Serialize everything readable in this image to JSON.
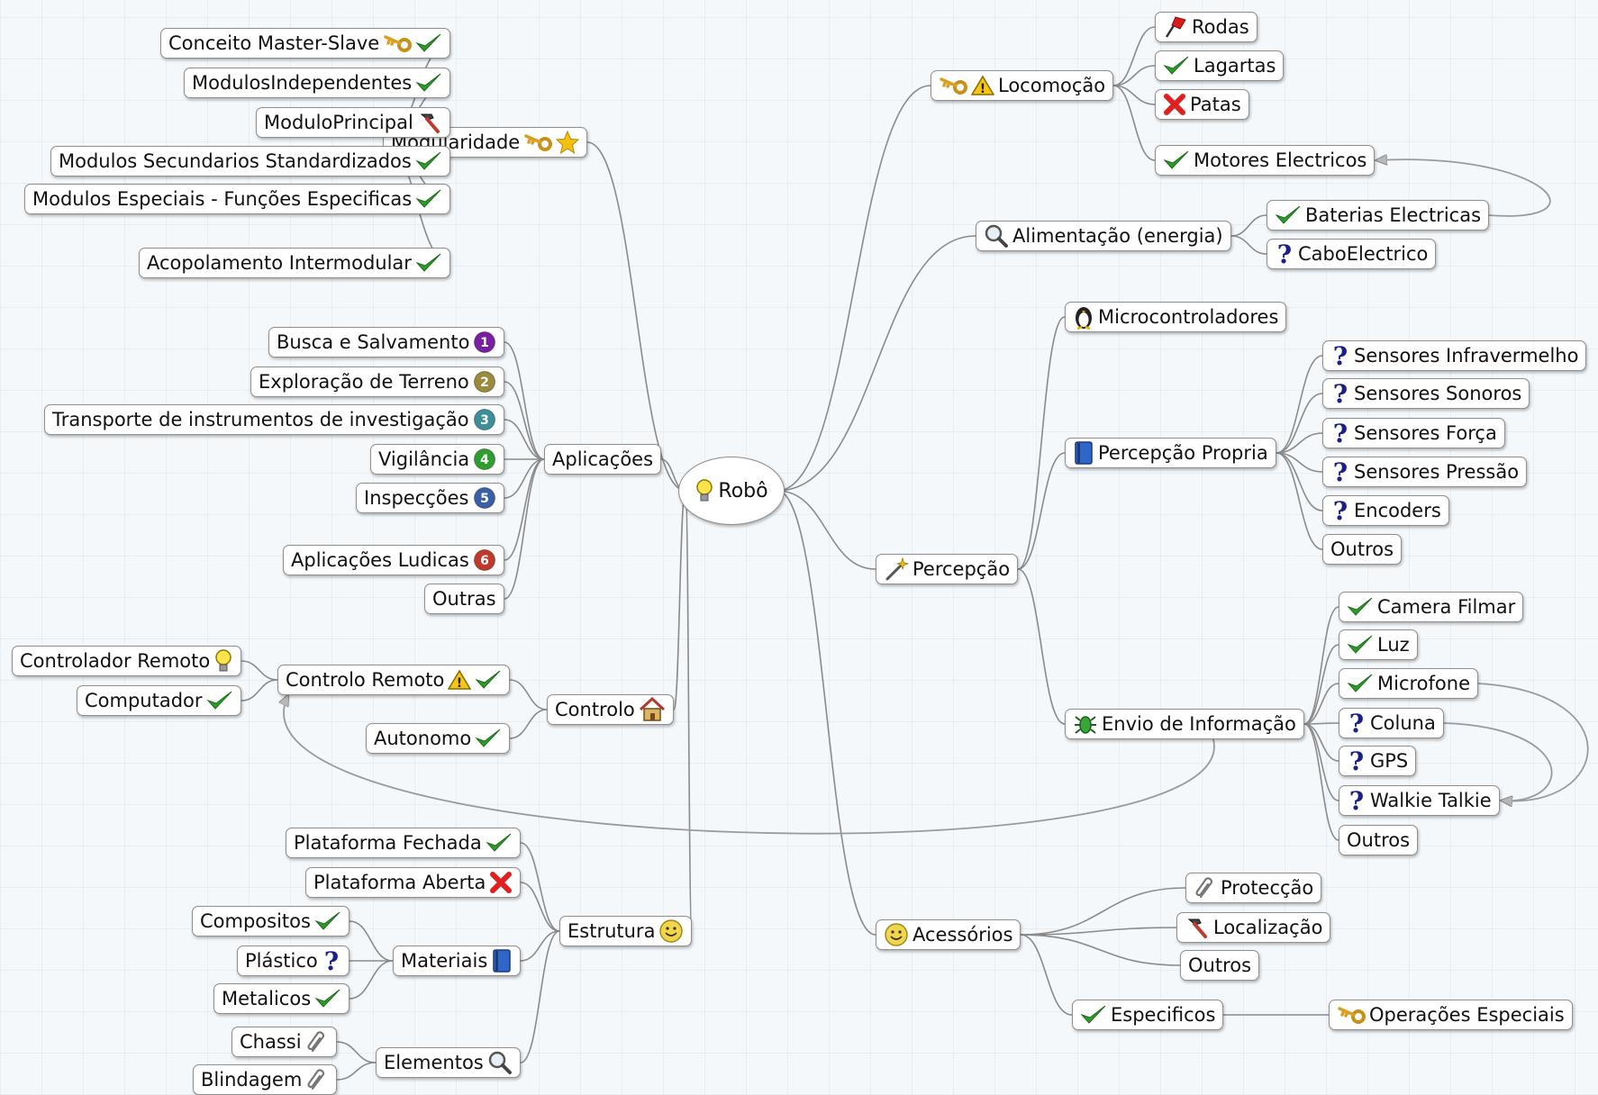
{
  "central": {
    "label": "Robô",
    "icon": "lightbulb-icon"
  },
  "branches": [
    {
      "key": "modularidade",
      "label": "Modularidade",
      "icons": [
        "key-icon",
        "star-icon"
      ],
      "children": [
        {
          "label": "Conceito Master-Slave",
          "icons": [
            "key-icon",
            "check-icon"
          ]
        },
        {
          "label": "ModulosIndependentes",
          "icons": [
            "check-icon"
          ]
        },
        {
          "label": "ModuloPrincipal",
          "icons": [
            "hammer-icon"
          ]
        },
        {
          "label": "Modulos Secundarios Standardizados",
          "icons": [
            "check-icon"
          ]
        },
        {
          "label": "Modulos Especiais - Funções Especificas",
          "icons": [
            "check-icon"
          ]
        },
        {
          "label": "Acopolamento Intermodular",
          "icons": [
            "check-icon"
          ]
        }
      ]
    },
    {
      "key": "aplicacoes",
      "label": "Aplicações",
      "icons": [],
      "children": [
        {
          "label": "Busca e Salvamento",
          "icons": [
            "priority-1-icon"
          ]
        },
        {
          "label": "Exploração de Terreno",
          "icons": [
            "priority-2-icon"
          ]
        },
        {
          "label": "Transporte de instrumentos de investigação",
          "icons": [
            "priority-3-icon"
          ]
        },
        {
          "label": "Vigilância",
          "icons": [
            "priority-4-icon"
          ]
        },
        {
          "label": "Inspecções",
          "icons": [
            "priority-5-icon"
          ]
        },
        {
          "label": "Aplicações Ludicas",
          "icons": [
            "priority-6-icon"
          ]
        },
        {
          "label": "Outras",
          "icons": []
        }
      ]
    },
    {
      "key": "controlo",
      "label": "Controlo",
      "icons": [
        "house-icon"
      ],
      "children": [
        {
          "label": "Controlo Remoto",
          "icons": [
            "warning-icon",
            "check-icon"
          ],
          "children": [
            {
              "label": "Controlador Remoto",
              "icons": [
                "lightbulb-icon"
              ]
            },
            {
              "label": "Computador",
              "icons": [
                "check-icon"
              ]
            }
          ]
        },
        {
          "label": "Autonomo",
          "icons": [
            "check-icon"
          ]
        }
      ]
    },
    {
      "key": "estrutura",
      "label": "Estrutura",
      "icons": [
        "smiley-icon"
      ],
      "children": [
        {
          "label": "Plataforma Fechada",
          "icons": [
            "check-icon"
          ]
        },
        {
          "label": "Plataforma Aberta",
          "icons": [
            "cross-icon"
          ]
        },
        {
          "label": "Materiais",
          "icons": [
            "book-icon"
          ],
          "children": [
            {
              "label": "Compositos",
              "icons": [
                "check-icon"
              ]
            },
            {
              "label": "Plástico",
              "icons": [
                "question-icon"
              ]
            },
            {
              "label": "Metalicos",
              "icons": [
                "check-icon"
              ]
            }
          ]
        },
        {
          "label": "Elementos",
          "icons": [
            "magnifier-icon"
          ],
          "children": [
            {
              "label": "Chassi",
              "icons": [
                "paperclip-icon"
              ]
            },
            {
              "label": "Blindagem",
              "icons": [
                "paperclip-icon"
              ]
            }
          ]
        }
      ]
    },
    {
      "key": "locomocao",
      "label": "Locomoção",
      "icons": [
        "key-icon",
        "warning-icon"
      ],
      "children": [
        {
          "label": "Rodas",
          "icons": [
            "flag-icon"
          ]
        },
        {
          "label": "Lagartas",
          "icons": [
            "check-icon"
          ]
        },
        {
          "label": "Patas",
          "icons": [
            "cross-icon"
          ]
        },
        {
          "label": "Motores Electricos",
          "icons": [
            "check-icon"
          ]
        }
      ]
    },
    {
      "key": "alimentacao",
      "label": "Alimentação (energia)",
      "icons": [
        "magnifier-icon"
      ],
      "children": [
        {
          "label": "Baterias Electricas",
          "icons": [
            "check-icon"
          ]
        },
        {
          "label": "CaboElectrico",
          "icons": [
            "question-icon"
          ]
        }
      ]
    },
    {
      "key": "percepcao",
      "label": "Percepção",
      "icons": [
        "wand-icon"
      ],
      "children": [
        {
          "label": "Microcontroladores",
          "icons": [
            "penguin-icon"
          ]
        },
        {
          "label": "Percepção Propria",
          "icons": [
            "book-icon"
          ],
          "children": [
            {
              "label": "Sensores Infravermelho",
              "icons": [
                "question-icon"
              ]
            },
            {
              "label": "Sensores Sonoros",
              "icons": [
                "question-icon"
              ]
            },
            {
              "label": "Sensores Força",
              "icons": [
                "question-icon"
              ]
            },
            {
              "label": "Sensores Pressão",
              "icons": [
                "question-icon"
              ]
            },
            {
              "label": "Encoders",
              "icons": [
                "question-icon"
              ]
            },
            {
              "label": "Outros",
              "icons": []
            }
          ]
        },
        {
          "label": "Envio de Informação",
          "icons": [
            "bug-icon"
          ],
          "children": [
            {
              "label": "Camera Filmar",
              "icons": [
                "check-icon"
              ]
            },
            {
              "label": "Luz",
              "icons": [
                "check-icon"
              ]
            },
            {
              "label": "Microfone",
              "icons": [
                "check-icon"
              ]
            },
            {
              "label": "Coluna",
              "icons": [
                "question-icon"
              ]
            },
            {
              "label": "GPS",
              "icons": [
                "question-icon"
              ]
            },
            {
              "label": "Walkie Talkie",
              "icons": [
                "question-icon"
              ]
            },
            {
              "label": "Outros",
              "icons": []
            }
          ]
        }
      ]
    },
    {
      "key": "acessorios",
      "label": "Acessórios",
      "icons": [
        "smiley-icon"
      ],
      "children": [
        {
          "label": "Protecção",
          "icons": [
            "paperclip-icon"
          ]
        },
        {
          "label": "Localização",
          "icons": [
            "hammer-icon"
          ]
        },
        {
          "label": "Outros",
          "icons": []
        },
        {
          "label": "Especificos",
          "icons": [
            "check-icon"
          ],
          "children": [
            {
              "label": "Operações Especiais",
              "icons": [
                "key-icon"
              ]
            }
          ]
        }
      ]
    }
  ],
  "relationships": [
    {
      "from": "Baterias Electricas",
      "to": "Motores Electricos"
    },
    {
      "from": "Envio de Informação",
      "to": "Controlo Remoto"
    },
    {
      "from": "Microfone",
      "to": "Walkie Talkie"
    },
    {
      "from": "Coluna",
      "to": "Walkie Talkie"
    }
  ],
  "colors": {
    "link": "#8a8a8a",
    "relationship": "#9a9a9a",
    "check": "#2e9a2a",
    "cross": "#e02020",
    "question": "#1a1f8c",
    "star": "#f4c20d",
    "warning": "#f5c518",
    "priority_1": "#7b1fa2",
    "priority_2": "#9a8a3a",
    "priority_3": "#3a8f99",
    "priority_4": "#2e9e2e",
    "priority_5": "#3a5fa8",
    "priority_6": "#c0392b"
  }
}
